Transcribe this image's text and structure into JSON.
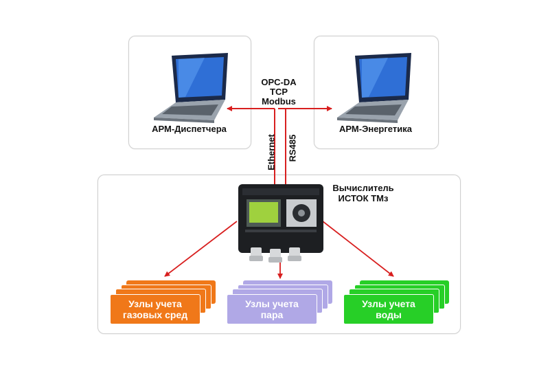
{
  "colors": {
    "arrow": "#d81f1f",
    "gas": "#f07819",
    "steam": "#b0a8e6",
    "water": "#27cf27",
    "panel_border": "#cfcfcf"
  },
  "workstations": {
    "left_label": "АРМ-Диспетчера",
    "right_label": "АРМ-Энергетика",
    "icon": "laptop-icon"
  },
  "protocols": {
    "line1": "OPC-DA",
    "line2": "TCP",
    "line3": "Modbus"
  },
  "links": {
    "ethernet": "Ethernet",
    "rs485": "RS485"
  },
  "device": {
    "label_line1": "Вычислитель",
    "label_line2": "ИСТОК ТМз",
    "icon": "flow-computer-icon"
  },
  "nodes": [
    {
      "line1": "Узлы учета",
      "line2": "газовых сред",
      "color": "gas"
    },
    {
      "line1": "Узлы учета",
      "line2": "пара",
      "color": "steam"
    },
    {
      "line1": "Узлы учета",
      "line2": "воды",
      "color": "water"
    }
  ]
}
